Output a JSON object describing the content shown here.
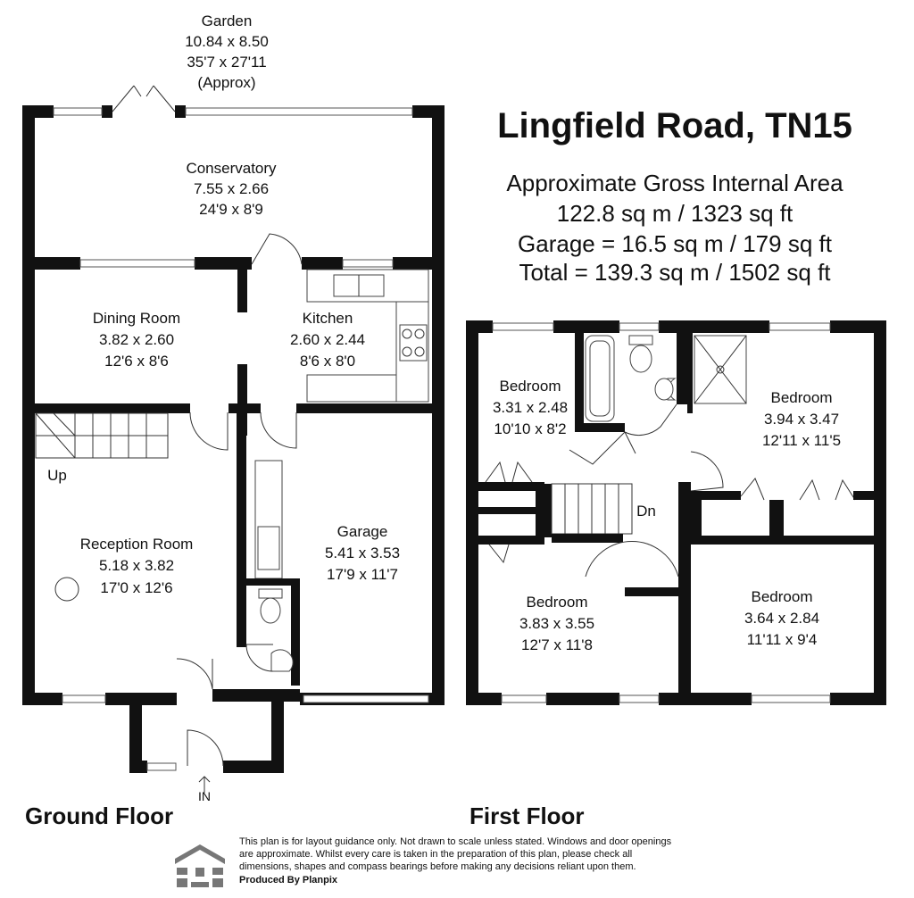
{
  "title": "Lingfield Road, TN15",
  "area": {
    "line1": "Approximate Gross Internal Area",
    "line2": "122.8 sq m / 1323 sq ft",
    "line3": "Garage = 16.5 sq m / 179 sq ft",
    "line4": "Total = 139.3 sq m / 1502 sq ft"
  },
  "garden": {
    "name": "Garden",
    "metric": "10.84 x 8.50",
    "imperial": "35'7 x 27'11",
    "note": "(Approx)"
  },
  "ground_floor": {
    "label": "Ground Floor",
    "rooms": {
      "conservatory": {
        "name": "Conservatory",
        "metric": "7.55 x 2.66",
        "imperial": "24'9 x 8'9"
      },
      "dining": {
        "name": "Dining Room",
        "metric": "3.82 x 2.60",
        "imperial": "12'6 x 8'6"
      },
      "kitchen": {
        "name": "Kitchen",
        "metric": "2.60 x 2.44",
        "imperial": "8'6 x 8'0"
      },
      "reception": {
        "name": "Reception Room",
        "metric": "5.18 x 3.82",
        "imperial": "17'0 x 12'6"
      },
      "garage": {
        "name": "Garage",
        "metric": "5.41 x 3.53",
        "imperial": "17'9 x 11'7"
      }
    },
    "up": "Up",
    "entrance": "IN"
  },
  "first_floor": {
    "label": "First Floor",
    "rooms": {
      "bed1": {
        "name": "Bedroom",
        "metric": "3.31 x 2.48",
        "imperial": "10'10 x 8'2"
      },
      "bed2": {
        "name": "Bedroom",
        "metric": "3.94 x 3.47",
        "imperial": "12'11 x 11'5"
      },
      "bed3": {
        "name": "Bedroom",
        "metric": "3.83 x 3.55",
        "imperial": "12'7 x 11'8"
      },
      "bed4": {
        "name": "Bedroom",
        "metric": "3.64 x 2.84",
        "imperial": "11'11 x 9'4"
      }
    },
    "down": "Dn"
  },
  "disclaimer": {
    "line1": "This plan is for layout guidance only. Not drawn to scale unless stated. Windows and door openings",
    "line2": "are approximate. Whilst every care is taken in the preparation of this plan, please check all",
    "line3": "dimensions, shapes and compass bearings before making any decisions reliant upon them.",
    "credit": "Produced By Planpix"
  },
  "logo_icon": "planpix-logo-icon"
}
